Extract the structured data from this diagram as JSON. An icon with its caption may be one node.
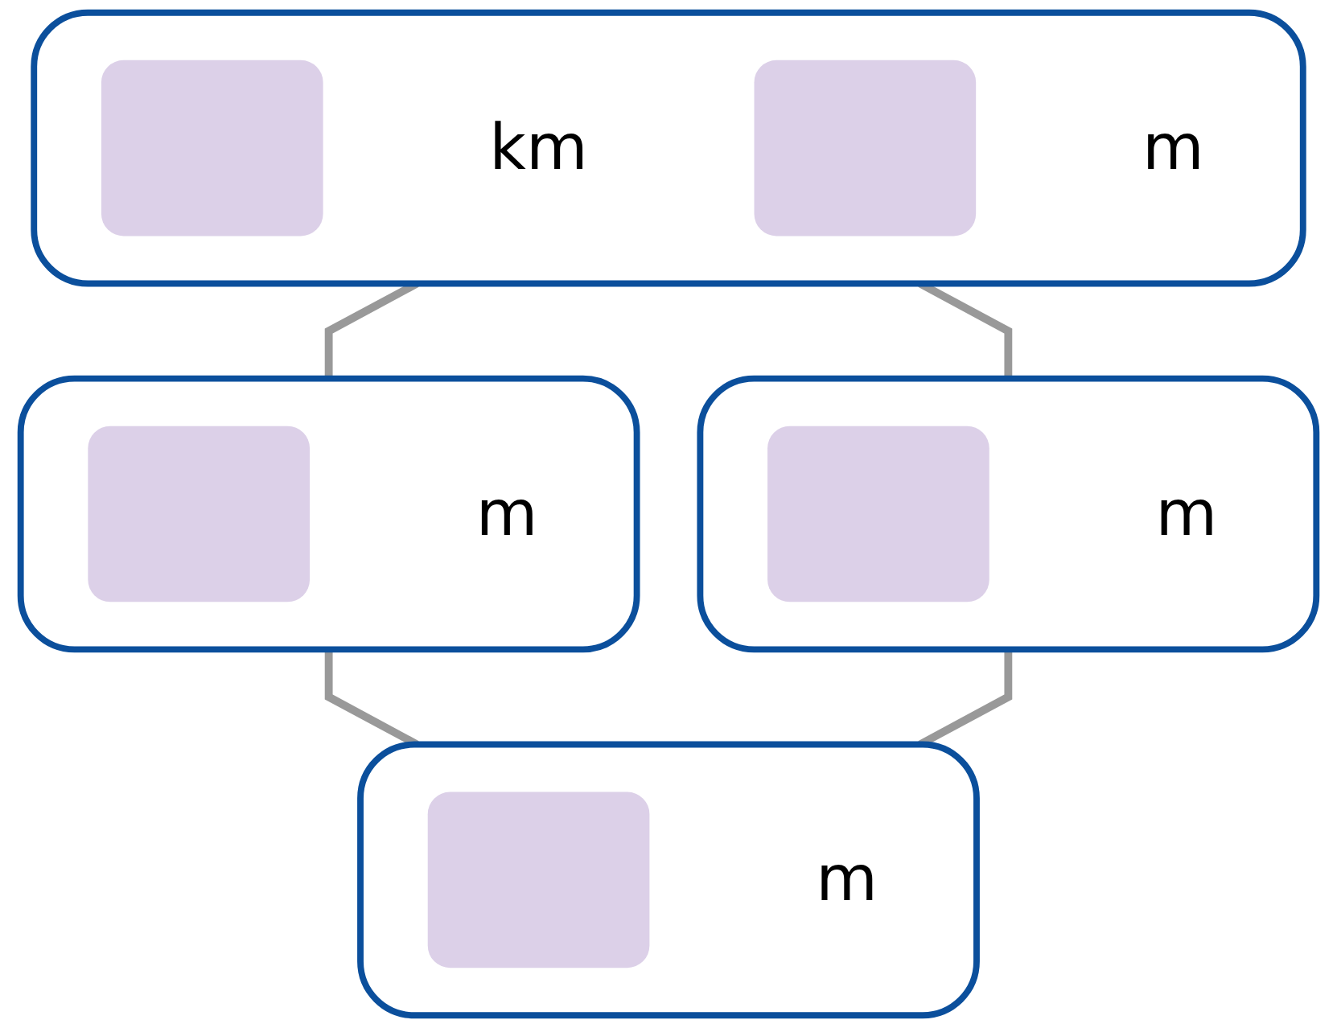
{
  "diagram": {
    "nodes": [
      {
        "text": [],
        "shape": "box"
      },
      {
        "text": [],
        "shape": "box",
        "in": 0
      },
      {
        "text": [
          "km"
        ],
        "in": 0
      },
      {
        "text": [],
        "shape": "box",
        "in": 0
      },
      {
        "text": [
          "m"
        ],
        "in": 0
      },
      {
        "text": [],
        "shape": "box"
      },
      {
        "text": [],
        "shape": "box",
        "in": 5
      },
      {
        "text": [
          "m"
        ],
        "in": 5
      },
      {
        "text": [],
        "shape": "box"
      },
      {
        "text": [],
        "shape": "box",
        "in": 8
      },
      {
        "text": [
          "m"
        ],
        "in": 8
      },
      {
        "text": [],
        "shape": "box"
      },
      {
        "text": [],
        "shape": "box",
        "in": 11
      },
      {
        "text": [
          "m"
        ],
        "in": 11
      }
    ],
    "edges": [
      {
        "from": 0,
        "to": 5,
        "arrow": "none"
      },
      {
        "from": 0,
        "to": 8,
        "arrow": "none"
      },
      {
        "from": 5,
        "to": 11,
        "arrow": "none"
      },
      {
        "from": 8,
        "to": 11,
        "arrow": "none"
      }
    ]
  }
}
